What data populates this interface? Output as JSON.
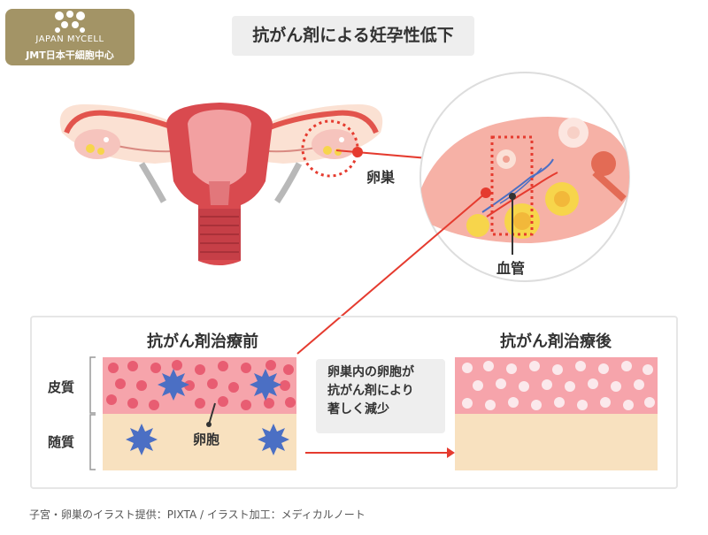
{
  "logo": {
    "line1": "JAPAN MYCELL",
    "line2": "JMT日本干細胞中心"
  },
  "title": "抗がん剤による妊孕性低下",
  "labels": {
    "ovary": "卵巣",
    "vessel": "血管",
    "cortex": "皮質",
    "medulla": "随質",
    "follicle": "卵胞"
  },
  "before_heading": "抗がん剤治療前",
  "after_heading": "抗がん剤治療後",
  "note_lines": [
    "卵巣内の卵胞が",
    "抗がん剤により",
    "著しく減少"
  ],
  "caption": "子宮・卵巣のイラスト提供：PIXTA / イラスト加工：メディカルノート",
  "colors": {
    "accent_red": "#e53b2f",
    "cortex_pink": "#f6a4ab",
    "medulla_beige": "#f8e1bf",
    "star_blue": "#4b6fc4",
    "logo_gold": "#a39466"
  }
}
